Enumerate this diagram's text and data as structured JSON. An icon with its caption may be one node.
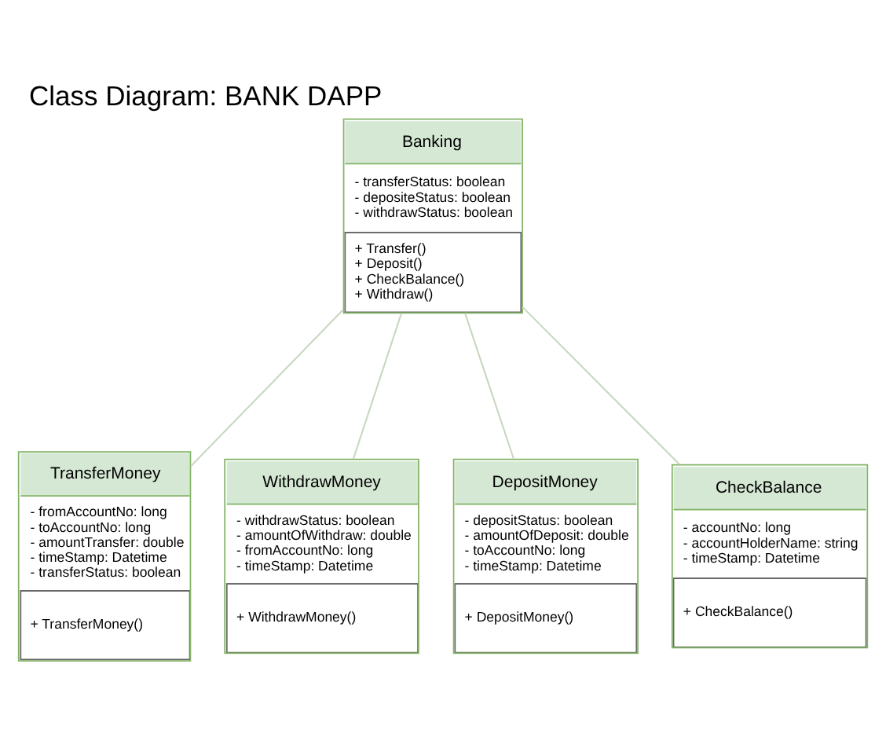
{
  "diagram": {
    "title": "Class Diagram: BANK DAPP",
    "nodes": [
      {
        "text": [
          "Banking",
          "- transferStatus: boolean",
          "- depositeStatus: boolean",
          "- withdrawStatus: boolean",
          "+ Transfer()",
          "+ Deposit()",
          "+ CheckBalance()",
          "+ Withdraw()"
        ]
      },
      {
        "text": [
          "TransferMoney",
          "- fromAccountNo: long",
          "- toAccountNo: long",
          "- amountTransfer: double",
          "- timeStamp: Datetime",
          "- transferStatus: boolean",
          "+ TransferMoney()"
        ]
      },
      {
        "text": [
          "WithdrawMoney",
          "- withdrawStatus: boolean",
          "- amountOfWithdraw: double",
          "- fromAccountNo: long",
          "- timeStamp: Datetime",
          "+ WithdrawMoney()"
        ]
      },
      {
        "text": [
          "DepositMoney",
          "- depositStatus: boolean",
          "- amountOfDeposit: double",
          "- toAccountNo: long",
          "- timeStamp: Datetime",
          "+ DepositMoney()"
        ]
      },
      {
        "text": [
          "CheckBalance",
          "- accountNo: long",
          "- accountHolderName: string",
          "- timeStamp: Datetime",
          "+ CheckBalance()"
        ]
      }
    ],
    "edges": [
      {
        "from": 0,
        "to": 1,
        "arrow": "none"
      },
      {
        "from": 0,
        "to": 2,
        "arrow": "none"
      },
      {
        "from": 0,
        "to": 3,
        "arrow": "none"
      },
      {
        "from": 0,
        "to": 4,
        "arrow": "none"
      }
    ]
  }
}
